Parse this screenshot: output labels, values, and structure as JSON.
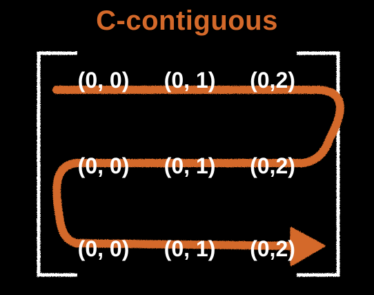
{
  "title": "C-contiguous",
  "colors": {
    "background": "#000000",
    "accent": "#d4692a",
    "chalk": "#ffffff"
  },
  "matrix": {
    "rows": [
      [
        "(0, 0)",
        "(0, 1)",
        "(0,2)"
      ],
      [
        "(0, 0)",
        "(0, 1)",
        "(0,2)"
      ],
      [
        "(0, 0)",
        "(0, 1)",
        "(0,2)"
      ]
    ]
  },
  "path": {
    "description_icon": "snake-arrow-icon",
    "direction": "row-major"
  }
}
